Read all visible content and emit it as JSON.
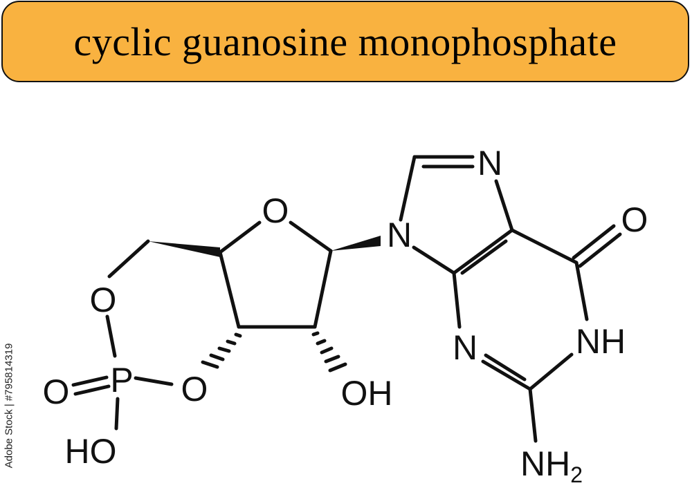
{
  "title": "cyclic guanosine monophosphate",
  "colors": {
    "banner": "#f9b240",
    "ink": "#111111",
    "background": "#ffffff"
  },
  "atoms": {
    "ring_oxygen": "O",
    "n9": "N",
    "n7": "N",
    "carbonyl_o": "O",
    "n1h": "NH",
    "n3": "N",
    "amine_n": "NH",
    "amine_sub": "2",
    "hydroxyl": "OH",
    "phosphate_o_upper": "O",
    "phosphate_o_lower": "O",
    "phosphorus": "P",
    "phosphoryl_o": "O",
    "phosphate_oh": "HO"
  },
  "watermark": "Adobe Stock | #795814319"
}
